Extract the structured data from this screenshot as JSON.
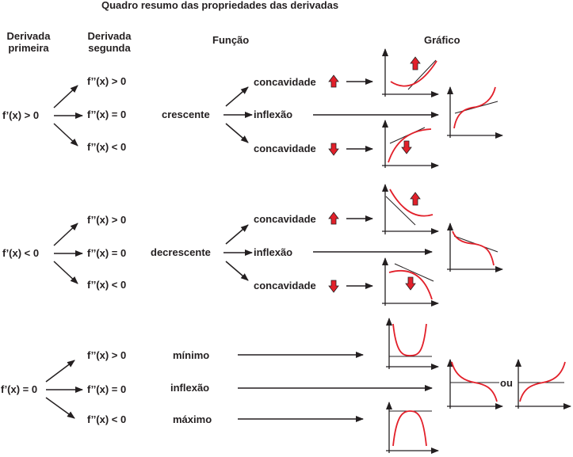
{
  "title": "Quadro resumo das propriedades das derivadas",
  "headers": {
    "first_line1": "Derivada",
    "first_line2": "primeira",
    "second_line1": "Derivada",
    "second_line2": "segunda",
    "function": "Função",
    "graph": "Gráfico"
  },
  "rows": [
    {
      "first": "f’(x) > 0",
      "second": [
        "f’’(x) > 0",
        "f’’(x) = 0",
        "f’’(x) < 0"
      ],
      "function": "crescente",
      "outcomes": [
        "concavidade",
        "inflexão",
        "concavidade"
      ],
      "arrows": [
        "up",
        "down"
      ]
    },
    {
      "first": "f’(x) < 0",
      "second": [
        "f’’(x) > 0",
        "f’’(x) = 0",
        "f’’(x) < 0"
      ],
      "function": "decrescente",
      "outcomes": [
        "concavidade",
        "inflexão",
        "concavidade"
      ],
      "arrows": [
        "up",
        "down"
      ]
    },
    {
      "first": "f’(x) = 0",
      "second": [
        "f’’(x) > 0",
        "f’’(x) = 0",
        "f’’(x) < 0"
      ],
      "outcomes": [
        "mínimo",
        "inflexão",
        "máximo"
      ],
      "connector": "ou"
    }
  ],
  "colors": {
    "curve": "#e2202a",
    "ink": "#231f20",
    "arrow_fill": "#e2202a"
  }
}
